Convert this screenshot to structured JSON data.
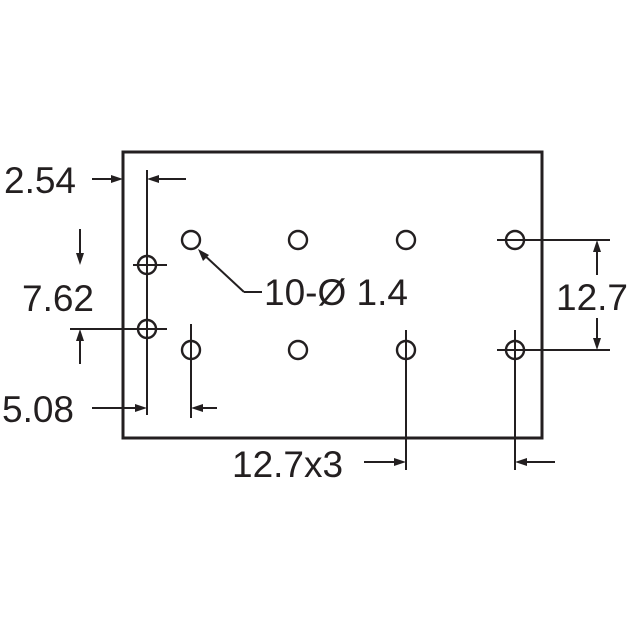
{
  "diagram": {
    "pitch_label": "2.54",
    "row_gap_label": "7.62",
    "offset_label": "5.08",
    "hole_label": "10-Ø 1.4",
    "vertical_pitch_label": "12.7",
    "horizontal_pitch_label": "12.7x3"
  }
}
